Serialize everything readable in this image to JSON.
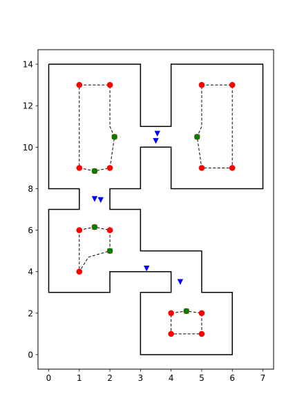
{
  "chart_data": {
    "type": "scatter",
    "title": "",
    "xlabel": "",
    "ylabel": "",
    "xlim": [
      -0.35,
      7.35
    ],
    "ylim": [
      -0.7,
      14.7
    ],
    "xticks": [
      0,
      1,
      2,
      3,
      4,
      5,
      6,
      7
    ],
    "yticks": [
      0,
      2,
      4,
      6,
      8,
      10,
      12,
      14
    ],
    "xtick_labels": [
      "0",
      "1",
      "2",
      "3",
      "4",
      "5",
      "6",
      "7"
    ],
    "ytick_labels": [
      "0",
      "2",
      "4",
      "6",
      "8",
      "10",
      "12",
      "14"
    ],
    "grid": false,
    "legend": "none",
    "colors": {
      "boundary": "#000000",
      "vertex": "#ff0000",
      "midpoint": "#008000",
      "marker": "#0000ff",
      "dashed": "#000000"
    },
    "boundary": [
      [
        0,
        14
      ],
      [
        3,
        14
      ],
      [
        3,
        11
      ],
      [
        4,
        11
      ],
      [
        4,
        14
      ],
      [
        7,
        14
      ],
      [
        7,
        8
      ],
      [
        4,
        8
      ],
      [
        4,
        10
      ],
      [
        3,
        10
      ],
      [
        3,
        8
      ],
      [
        2,
        8
      ],
      [
        2,
        7
      ],
      [
        3,
        7
      ],
      [
        3,
        5
      ],
      [
        5,
        5
      ],
      [
        5,
        3
      ],
      [
        6,
        3
      ],
      [
        6,
        0
      ],
      [
        3,
        0
      ],
      [
        3,
        3
      ],
      [
        4,
        3
      ],
      [
        4,
        4
      ],
      [
        2,
        4
      ],
      [
        2,
        3
      ],
      [
        0,
        3
      ],
      [
        0,
        7
      ],
      [
        1,
        7
      ],
      [
        1,
        8
      ],
      [
        0,
        8
      ],
      [
        0,
        14
      ]
    ],
    "dashed_paths": [
      [
        [
          1,
          13
        ],
        [
          2,
          13
        ],
        [
          2,
          11
        ],
        [
          2.15,
          10.5
        ],
        [
          2,
          9
        ],
        [
          1.5,
          8.85
        ],
        [
          1,
          9
        ],
        [
          1,
          13
        ]
      ],
      [
        [
          5,
          13
        ],
        [
          6,
          13
        ],
        [
          6,
          9
        ],
        [
          5,
          9
        ],
        [
          4.85,
          10.5
        ],
        [
          5,
          11
        ],
        [
          5,
          13
        ]
      ],
      [
        [
          1,
          6
        ],
        [
          1.5,
          6.15
        ],
        [
          2,
          6
        ],
        [
          2,
          5
        ],
        [
          1.3,
          4.7
        ],
        [
          1,
          4
        ],
        [
          1,
          6
        ]
      ],
      [
        [
          4,
          2
        ],
        [
          4.5,
          2.1
        ],
        [
          5,
          2
        ],
        [
          5,
          1
        ],
        [
          4,
          1
        ],
        [
          4,
          2
        ]
      ]
    ],
    "red_points": [
      [
        1,
        13
      ],
      [
        2,
        13
      ],
      [
        2.15,
        10.5
      ],
      [
        2,
        9
      ],
      [
        1.5,
        8.85
      ],
      [
        1,
        9
      ],
      [
        5,
        13
      ],
      [
        6,
        13
      ],
      [
        4.85,
        10.5
      ],
      [
        5,
        9
      ],
      [
        6,
        9
      ],
      [
        1,
        6
      ],
      [
        1.5,
        6.15
      ],
      [
        2,
        6
      ],
      [
        2,
        5
      ],
      [
        1,
        4
      ],
      [
        4,
        2
      ],
      [
        4.5,
        2.1
      ],
      [
        5,
        2
      ],
      [
        4,
        1
      ],
      [
        5,
        1
      ]
    ],
    "green_squares": [
      [
        2.15,
        10.5
      ],
      [
        1.5,
        8.85
      ],
      [
        4.85,
        10.5
      ],
      [
        1.5,
        6.15
      ],
      [
        2,
        5
      ],
      [
        4.5,
        2.1
      ]
    ],
    "blue_triangles": [
      [
        3.55,
        10.65
      ],
      [
        3.5,
        10.3
      ],
      [
        1.5,
        7.5
      ],
      [
        1.7,
        7.45
      ],
      [
        3.2,
        4.15
      ],
      [
        4.3,
        3.5
      ]
    ]
  }
}
